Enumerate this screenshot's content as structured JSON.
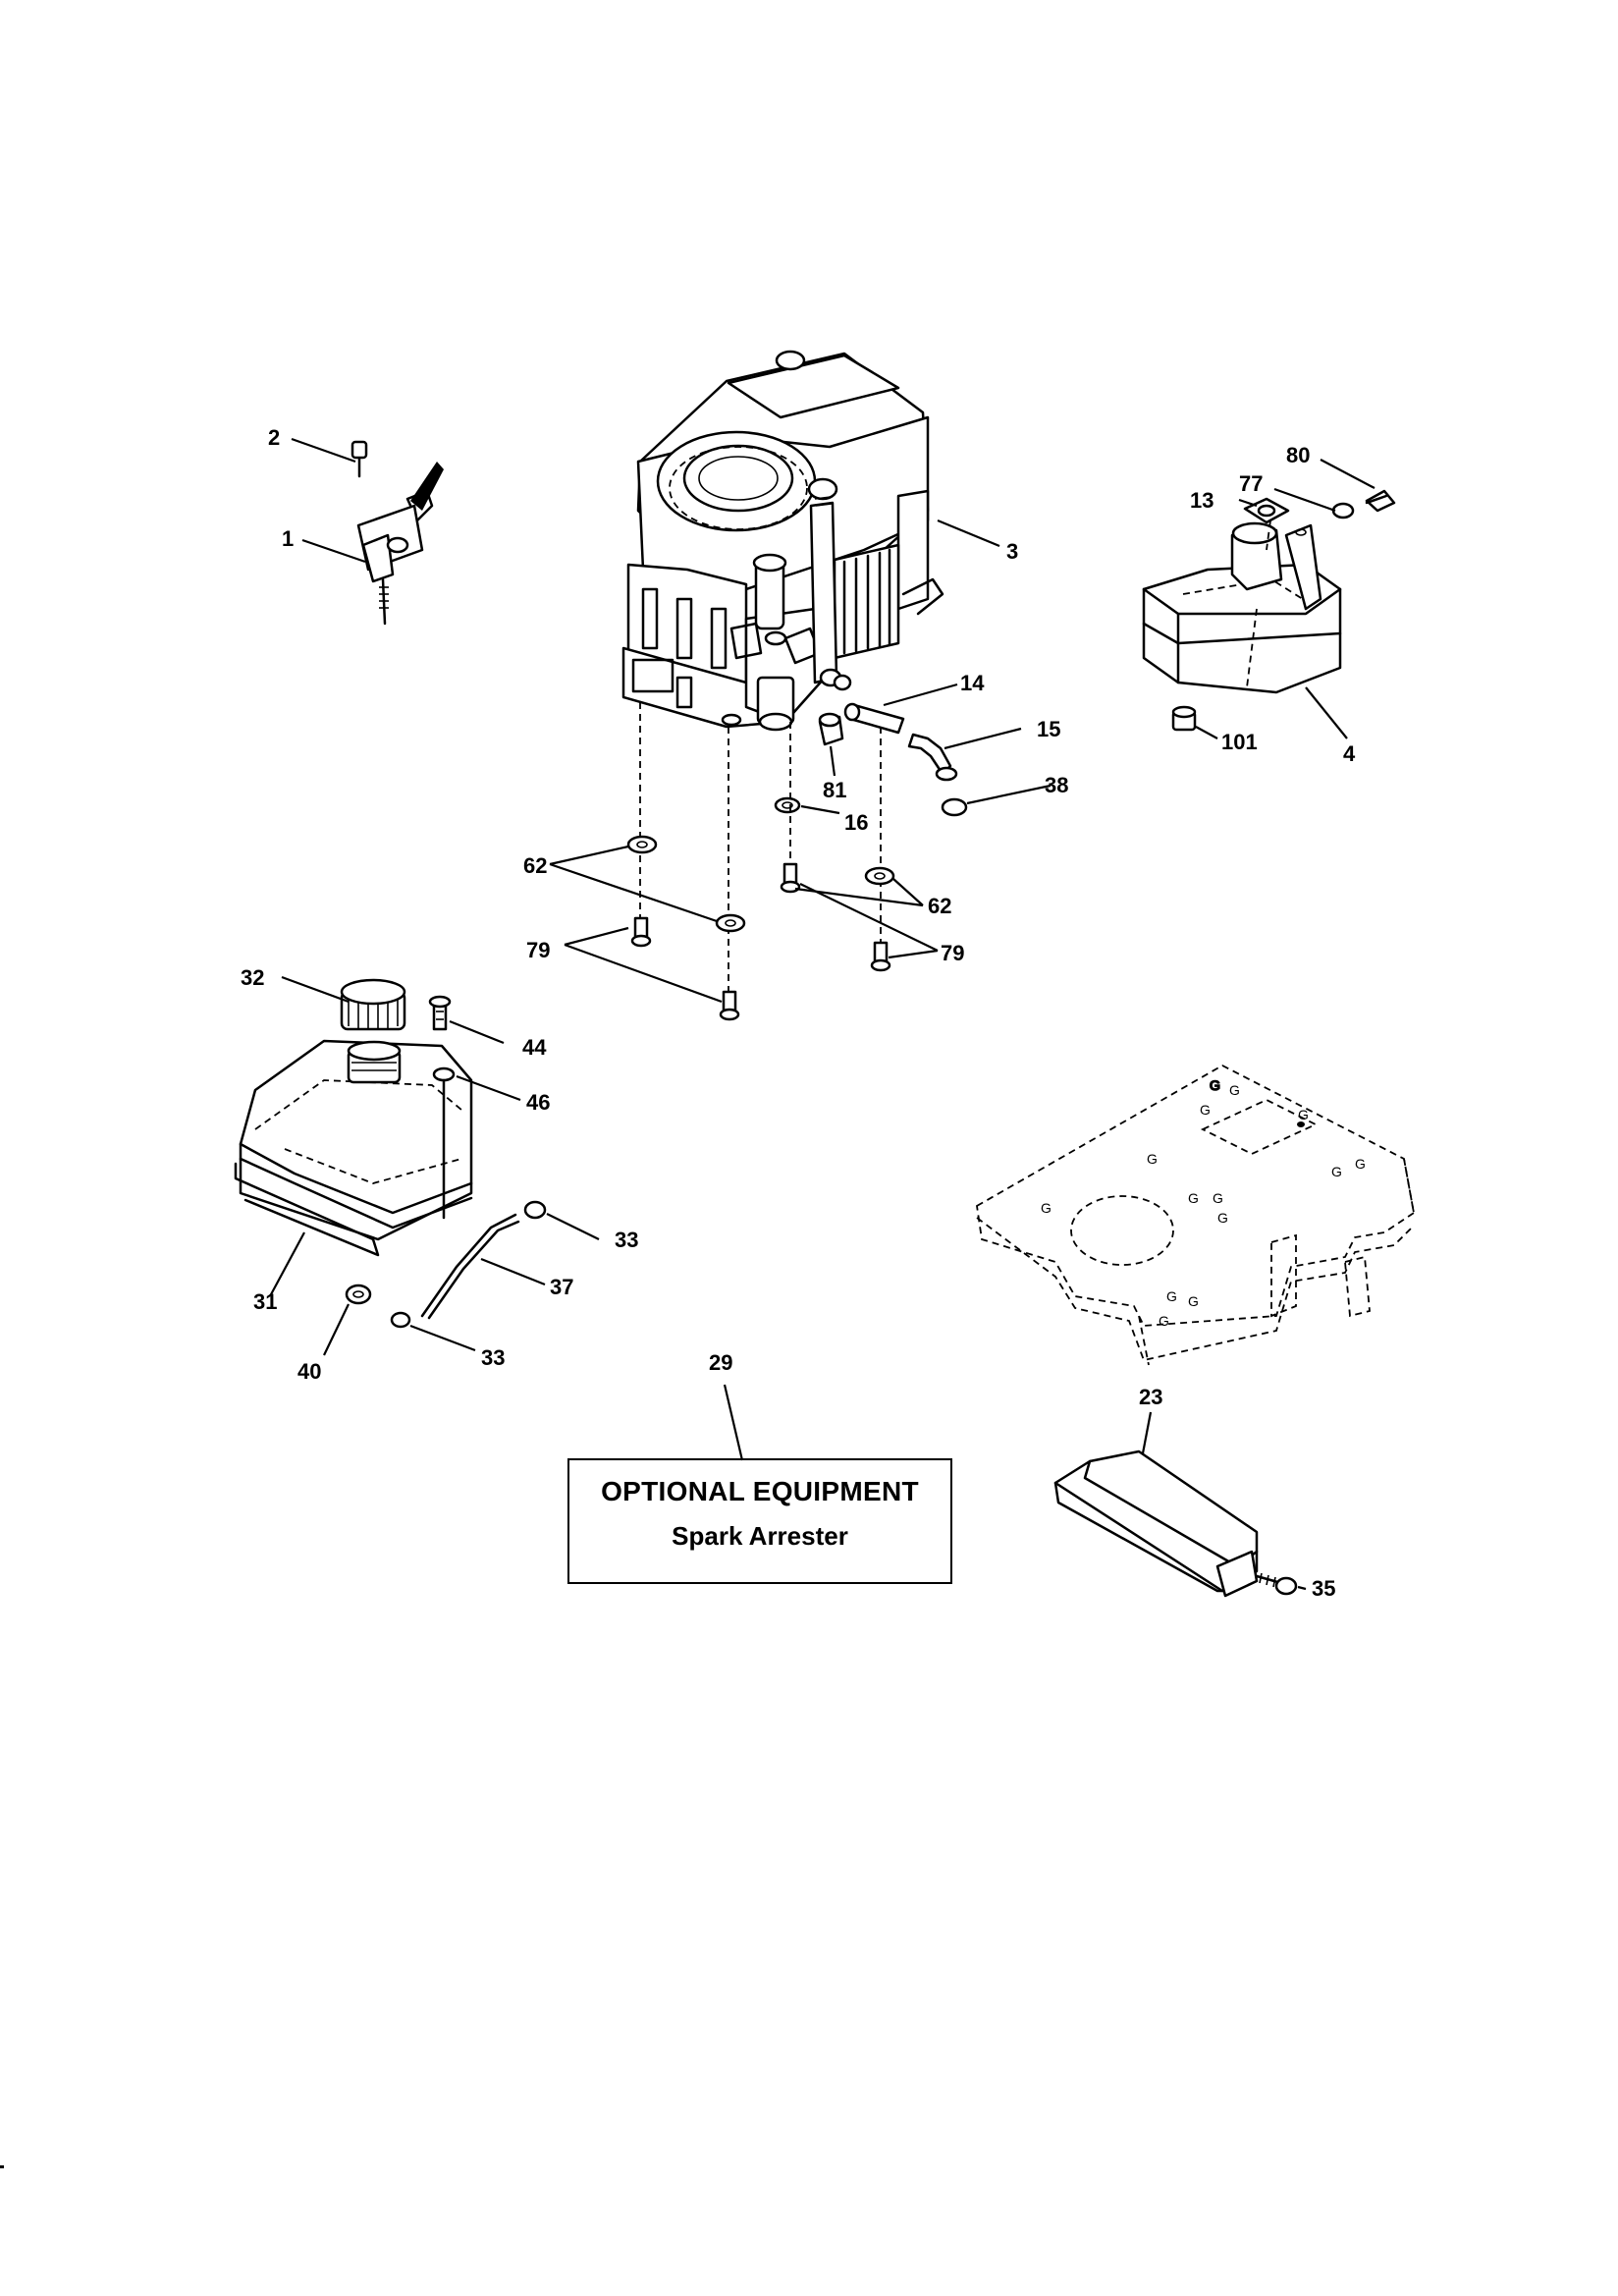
{
  "optional_box": {
    "title": "OPTIONAL EQUIPMENT",
    "subtitle": "Spark Arrester"
  },
  "callouts": {
    "c1": "1",
    "c2": "2",
    "c3": "3",
    "c4": "4",
    "c13": "13",
    "c14": "14",
    "c15": "15",
    "c16": "16",
    "c23": "23",
    "c29": "29",
    "c31": "31",
    "c32": "32",
    "c33a": "33",
    "c33b": "33",
    "c35": "35",
    "c37": "37",
    "c38": "38",
    "c40": "40",
    "c44": "44",
    "c46": "46",
    "c62a": "62",
    "c62b": "62",
    "c77": "77",
    "c79a": "79",
    "c79b": "79",
    "c80": "80",
    "c81": "81",
    "c101": "101"
  },
  "parts": [
    {
      "id": "engine",
      "callout": "3"
    },
    {
      "id": "muffler",
      "callout": "4"
    },
    {
      "id": "fuel-tank",
      "callout": "31"
    },
    {
      "id": "fuel-cap",
      "callout": "32"
    },
    {
      "id": "throttle-bracket",
      "callout": "1"
    },
    {
      "id": "engine-mount-plate",
      "callout": "none"
    },
    {
      "id": "heat-shield",
      "callout": "23"
    }
  ]
}
